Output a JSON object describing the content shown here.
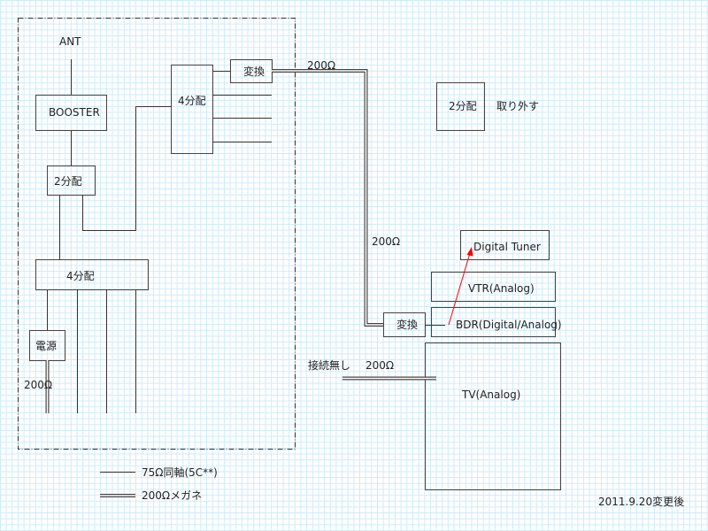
{
  "labels": {
    "ant": "ANT",
    "booster": "BOOSTER",
    "splitter2": "2分配",
    "splitter4_upper": "4分配",
    "converter_upper": "変換",
    "impedance_top": "200Ω",
    "splitter4_lower": "4分配",
    "power": "電源",
    "impedance_power": "200Ω",
    "removed_splitter": "2分配",
    "removed_note": "取り外す",
    "impedance_mid": "200Ω",
    "digital_tuner": "Digital Tuner",
    "vtr": "VTR(Analog)",
    "bdr": "BDR(Digital/Analog)",
    "converter_lower": "変換",
    "no_connection": "接続無し",
    "impedance_noconn": "200Ω",
    "tv": "TV(Analog)",
    "date_note": "2011.9.20変更後"
  },
  "legend": {
    "coax": "75Ω同軸(5C**)",
    "feeder": "200Ωメガネ"
  },
  "colors": {
    "arrow": "#ff0000",
    "grid": "#cdeafb"
  }
}
